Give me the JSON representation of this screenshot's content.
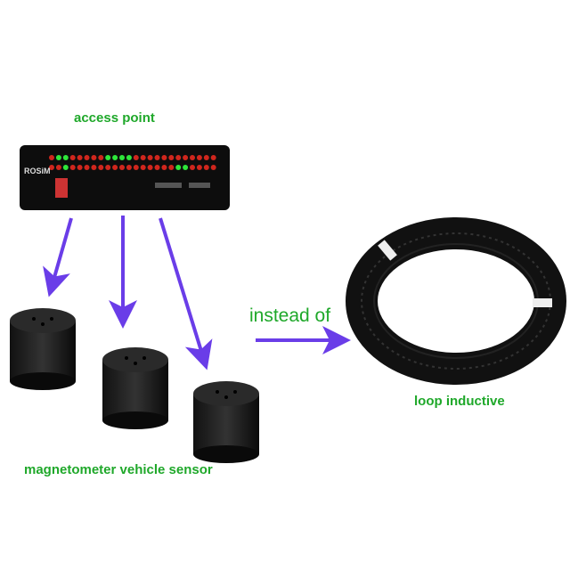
{
  "labels": {
    "access_point": "access point",
    "instead_of": "instead of",
    "loop_inductive": "loop inductive",
    "sensor": "magnetometer vehicle sensor"
  },
  "device": {
    "brand": "ROSiM",
    "top_leds_green": [
      1,
      2,
      8,
      9,
      10,
      11
    ],
    "bottom_leds_green": [
      2,
      18,
      19
    ]
  },
  "colors": {
    "label": "#1fa82a",
    "arrow": "#6a3de8",
    "led_green": "#2ee63a",
    "led_red": "#d0261d"
  }
}
